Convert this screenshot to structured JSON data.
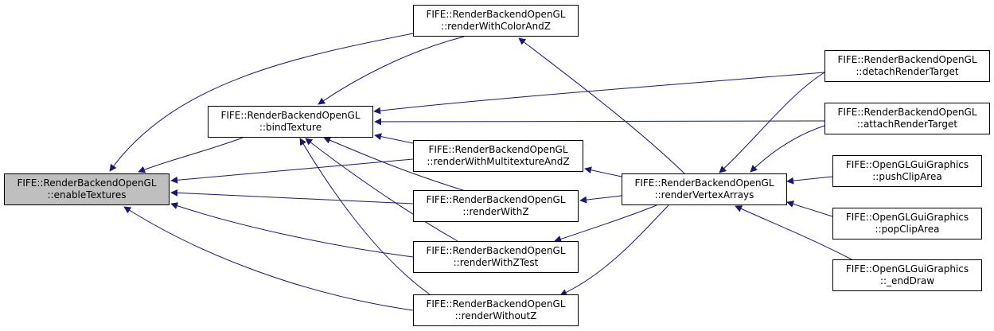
{
  "colors": {
    "edge": "#191970",
    "node_border": "#000000",
    "current_fill": "#bfbfbf",
    "node_fill": "#ffffff"
  },
  "nodes": {
    "enableTextures": {
      "line1": "FIFE::RenderBackendOpenGL",
      "line2": "::enableTextures"
    },
    "bindTexture": {
      "line1": "FIFE::RenderBackendOpenGL",
      "line2": "::bindTexture"
    },
    "renderWithColorAndZ": {
      "line1": "FIFE::RenderBackendOpenGL",
      "line2": "::renderWithColorAndZ"
    },
    "renderWithMultitextureAndZ": {
      "line1": "FIFE::RenderBackendOpenGL",
      "line2": "::renderWithMultitextureAndZ"
    },
    "renderWithZ": {
      "line1": "FIFE::RenderBackendOpenGL",
      "line2": "::renderWithZ"
    },
    "renderWithZTest": {
      "line1": "FIFE::RenderBackendOpenGL",
      "line2": "::renderWithZTest"
    },
    "renderWithoutZ": {
      "line1": "FIFE::RenderBackendOpenGL",
      "line2": "::renderWithoutZ"
    },
    "renderVertexArrays": {
      "line1": "FIFE::RenderBackendOpenGL",
      "line2": "::renderVertexArrays"
    },
    "detachRenderTarget": {
      "line1": "FIFE::RenderBackendOpenGL",
      "line2": "::detachRenderTarget"
    },
    "attachRenderTarget": {
      "line1": "FIFE::RenderBackendOpenGL",
      "line2": "::attachRenderTarget"
    },
    "pushClipArea": {
      "line1": "FIFE::OpenGLGuiGraphics",
      "line2": "::pushClipArea"
    },
    "popClipArea": {
      "line1": "FIFE::OpenGLGuiGraphics",
      "line2": "::popClipArea"
    },
    "endDraw": {
      "line1": "FIFE::OpenGLGuiGraphics",
      "line2": "::_endDraw"
    }
  },
  "edges": [
    {
      "from": "renderWithColorAndZ",
      "to": "enableTextures"
    },
    {
      "from": "bindTexture",
      "to": "enableTextures"
    },
    {
      "from": "renderWithMultitextureAndZ",
      "to": "enableTextures"
    },
    {
      "from": "renderWithZ",
      "to": "enableTextures"
    },
    {
      "from": "renderWithZTest",
      "to": "enableTextures"
    },
    {
      "from": "renderWithoutZ",
      "to": "enableTextures"
    },
    {
      "from": "renderWithColorAndZ",
      "to": "bindTexture"
    },
    {
      "from": "detachRenderTarget",
      "to": "bindTexture"
    },
    {
      "from": "attachRenderTarget",
      "to": "bindTexture"
    },
    {
      "from": "renderWithMultitextureAndZ",
      "to": "bindTexture"
    },
    {
      "from": "renderWithZ",
      "to": "bindTexture"
    },
    {
      "from": "renderWithZTest",
      "to": "bindTexture"
    },
    {
      "from": "renderWithoutZ",
      "to": "bindTexture"
    },
    {
      "from": "renderVertexArrays",
      "to": "renderWithColorAndZ"
    },
    {
      "from": "renderVertexArrays",
      "to": "renderWithMultitextureAndZ"
    },
    {
      "from": "renderVertexArrays",
      "to": "renderWithZ"
    },
    {
      "from": "renderVertexArrays",
      "to": "renderWithZTest"
    },
    {
      "from": "renderVertexArrays",
      "to": "renderWithoutZ"
    },
    {
      "from": "detachRenderTarget",
      "to": "renderVertexArrays"
    },
    {
      "from": "attachRenderTarget",
      "to": "renderVertexArrays"
    },
    {
      "from": "pushClipArea",
      "to": "renderVertexArrays"
    },
    {
      "from": "popClipArea",
      "to": "renderVertexArrays"
    },
    {
      "from": "endDraw",
      "to": "renderVertexArrays"
    }
  ]
}
